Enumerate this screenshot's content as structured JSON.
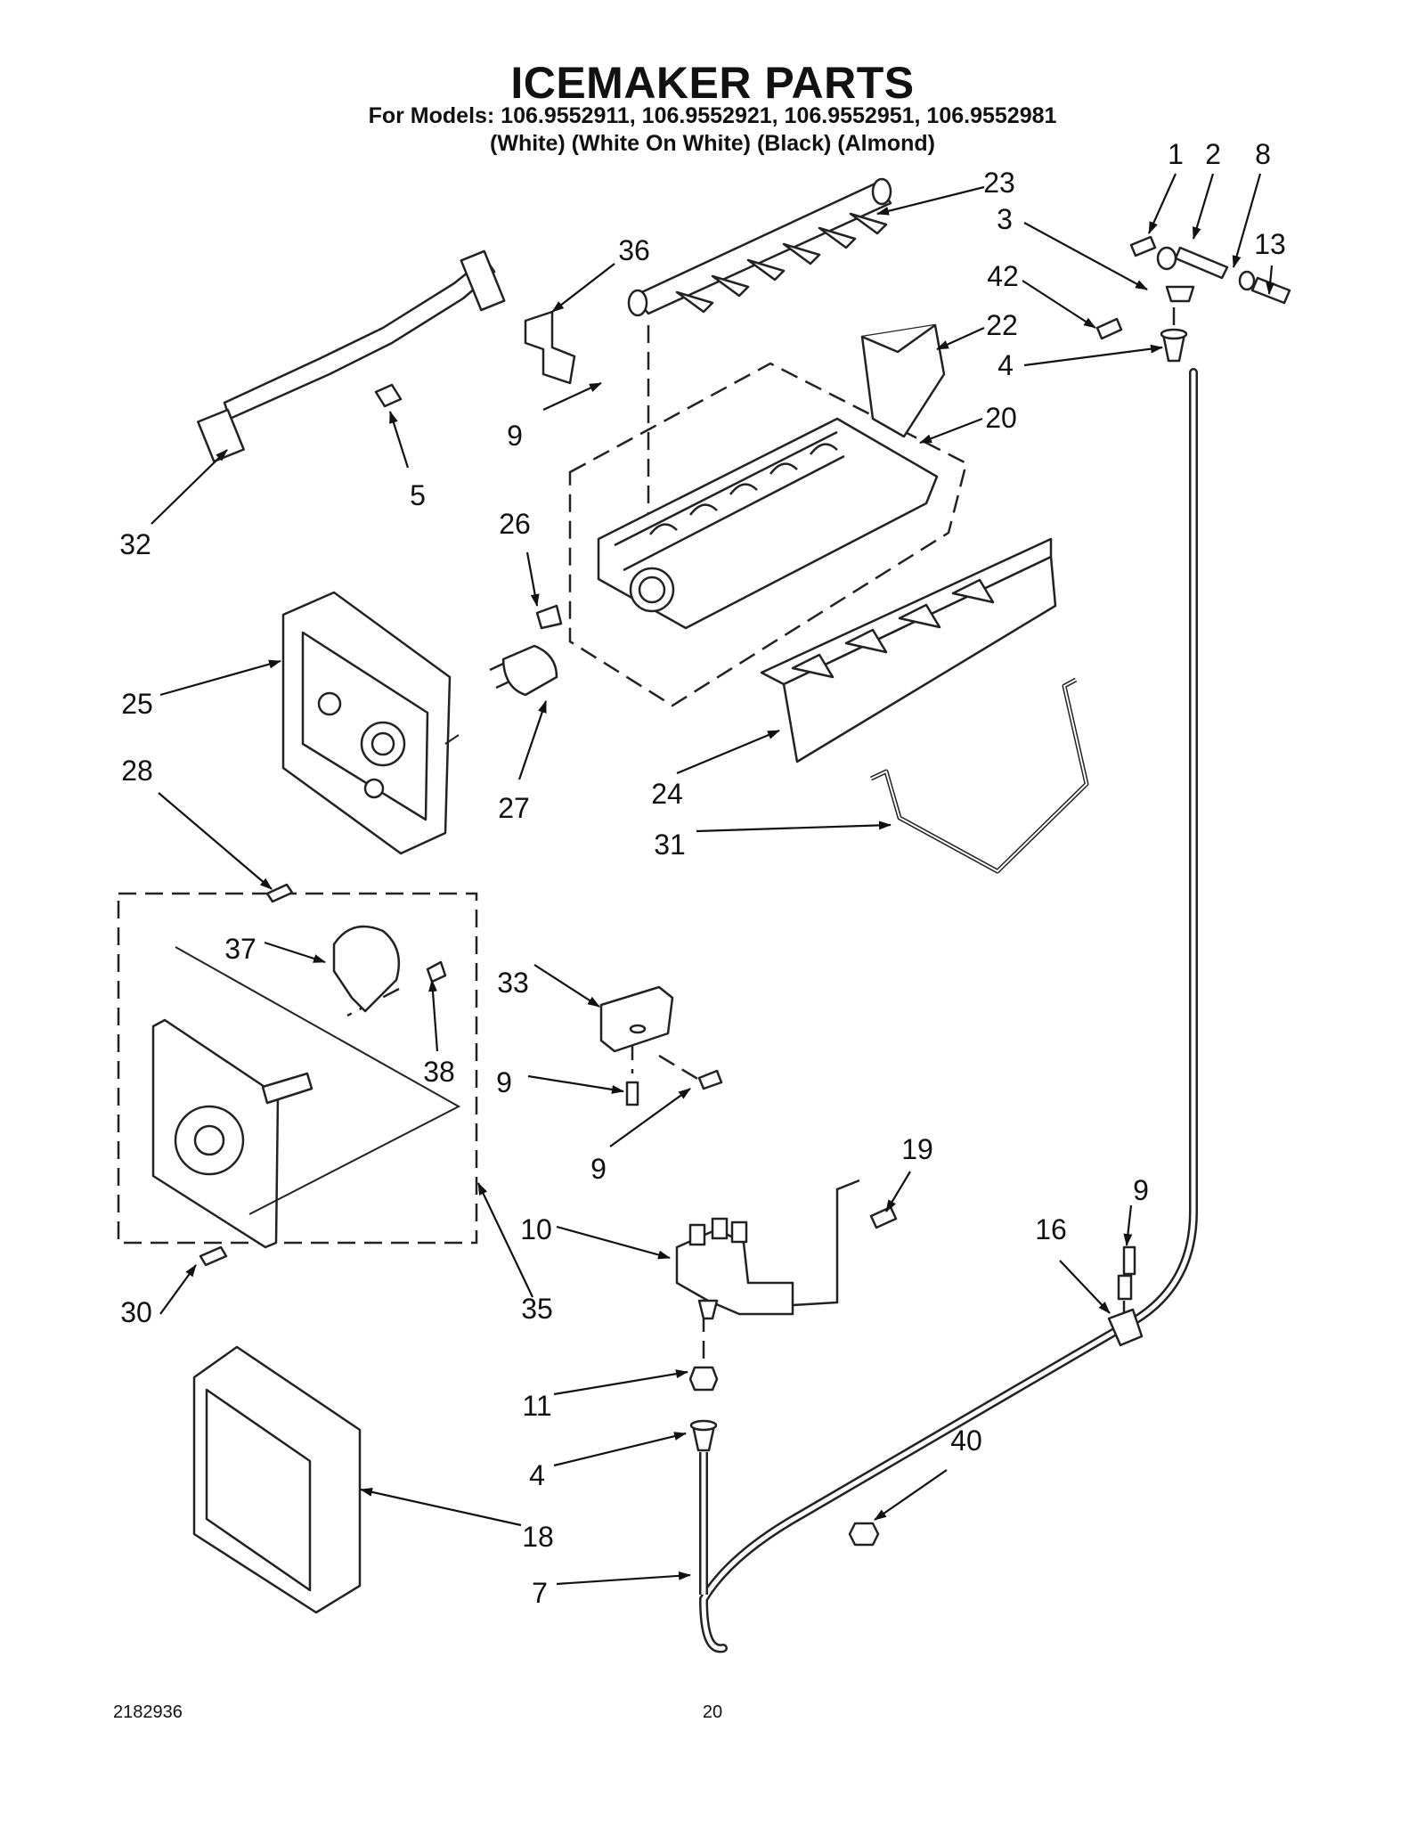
{
  "header": {
    "title": "ICEMAKER PARTS",
    "models_line": "For Models: 106.9552911, 106.9552921, 106.9552951, 106.9552981",
    "colors_line": "(White) (White On White)  (Black) (Almond)"
  },
  "callouts": [
    "1",
    "2",
    "8",
    "23",
    "3",
    "13",
    "36",
    "42",
    "22",
    "4",
    "9",
    "5",
    "20",
    "32",
    "26",
    "25",
    "27",
    "28",
    "24",
    "31",
    "37",
    "38",
    "33",
    "9",
    "9",
    "19",
    "9",
    "16",
    "10",
    "30",
    "35",
    "11",
    "4",
    "40",
    "18",
    "7"
  ],
  "footer": {
    "doc_number": "2182936",
    "page_number": "20"
  }
}
